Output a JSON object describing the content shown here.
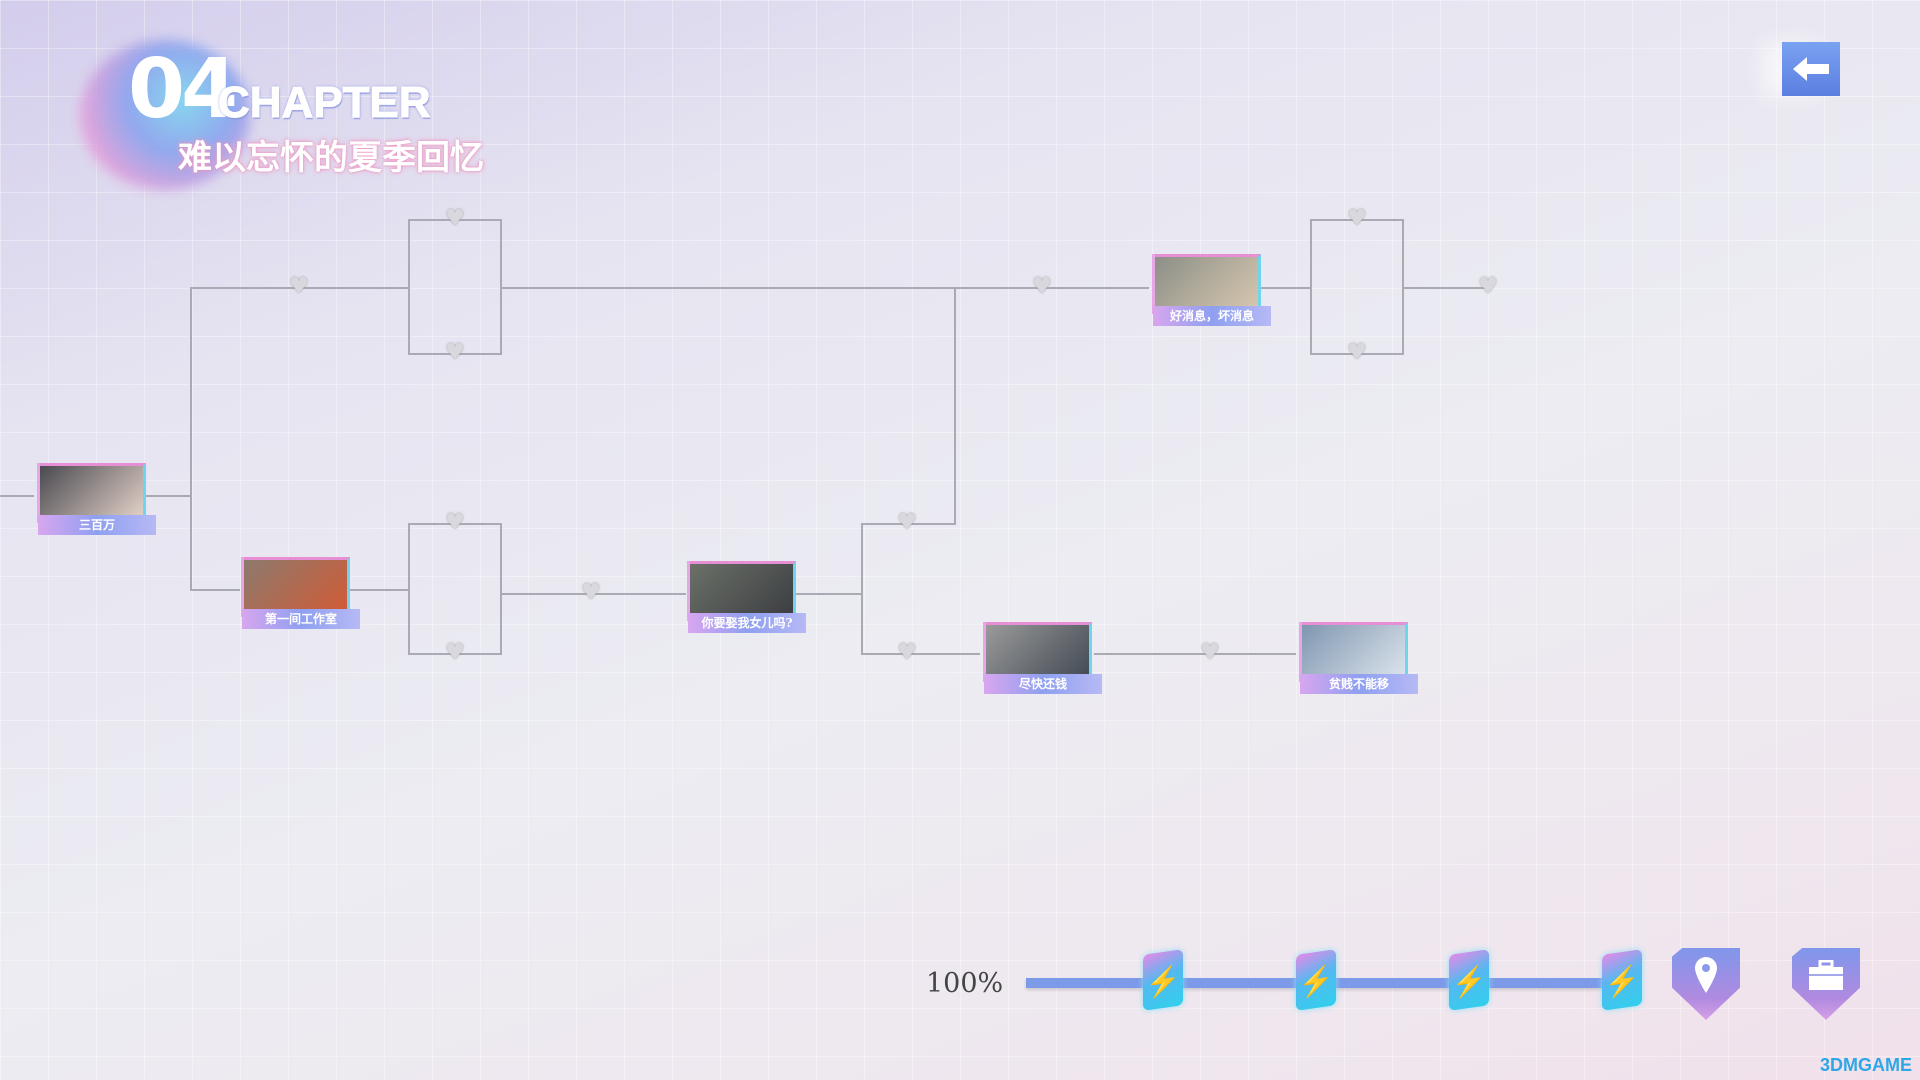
{
  "chapter": {
    "number": "04",
    "word": "CHAPTER",
    "title": "难以忘怀的夏季回忆"
  },
  "nav": {
    "back_icon": "arrow-left-icon"
  },
  "nodes": [
    {
      "caption": "三百万",
      "photo_colors": [
        "#4a4a50",
        "#e8d6cc"
      ]
    },
    {
      "caption": "第一间工作室",
      "photo_colors": [
        "#8c7a6e",
        "#d45a34"
      ]
    },
    {
      "caption": "你要娶我女儿吗?",
      "photo_colors": [
        "#6b7068",
        "#3a3c40"
      ]
    },
    {
      "caption": "好消息，坏消息",
      "photo_colors": [
        "#8c8f88",
        "#d9c9b0"
      ]
    },
    {
      "caption": "尽快还钱",
      "photo_colors": [
        "#9a9a9a",
        "#404852"
      ]
    },
    {
      "caption": "贫贱不能移",
      "photo_colors": [
        "#7f96b0",
        "#dfe6ee"
      ]
    }
  ],
  "progress": {
    "label": "100%",
    "value": 100,
    "rewards": [
      "battery-icon",
      "battery-icon",
      "battery-icon",
      "battery-icon"
    ]
  },
  "buttons": {
    "location": "map-pin-icon",
    "inventory": "briefcase-icon"
  },
  "watermark": "3DMGAME",
  "colors": {
    "accent": "#7d9ae8",
    "pink": "#e78fd4",
    "cyan": "#6fd5ee"
  }
}
